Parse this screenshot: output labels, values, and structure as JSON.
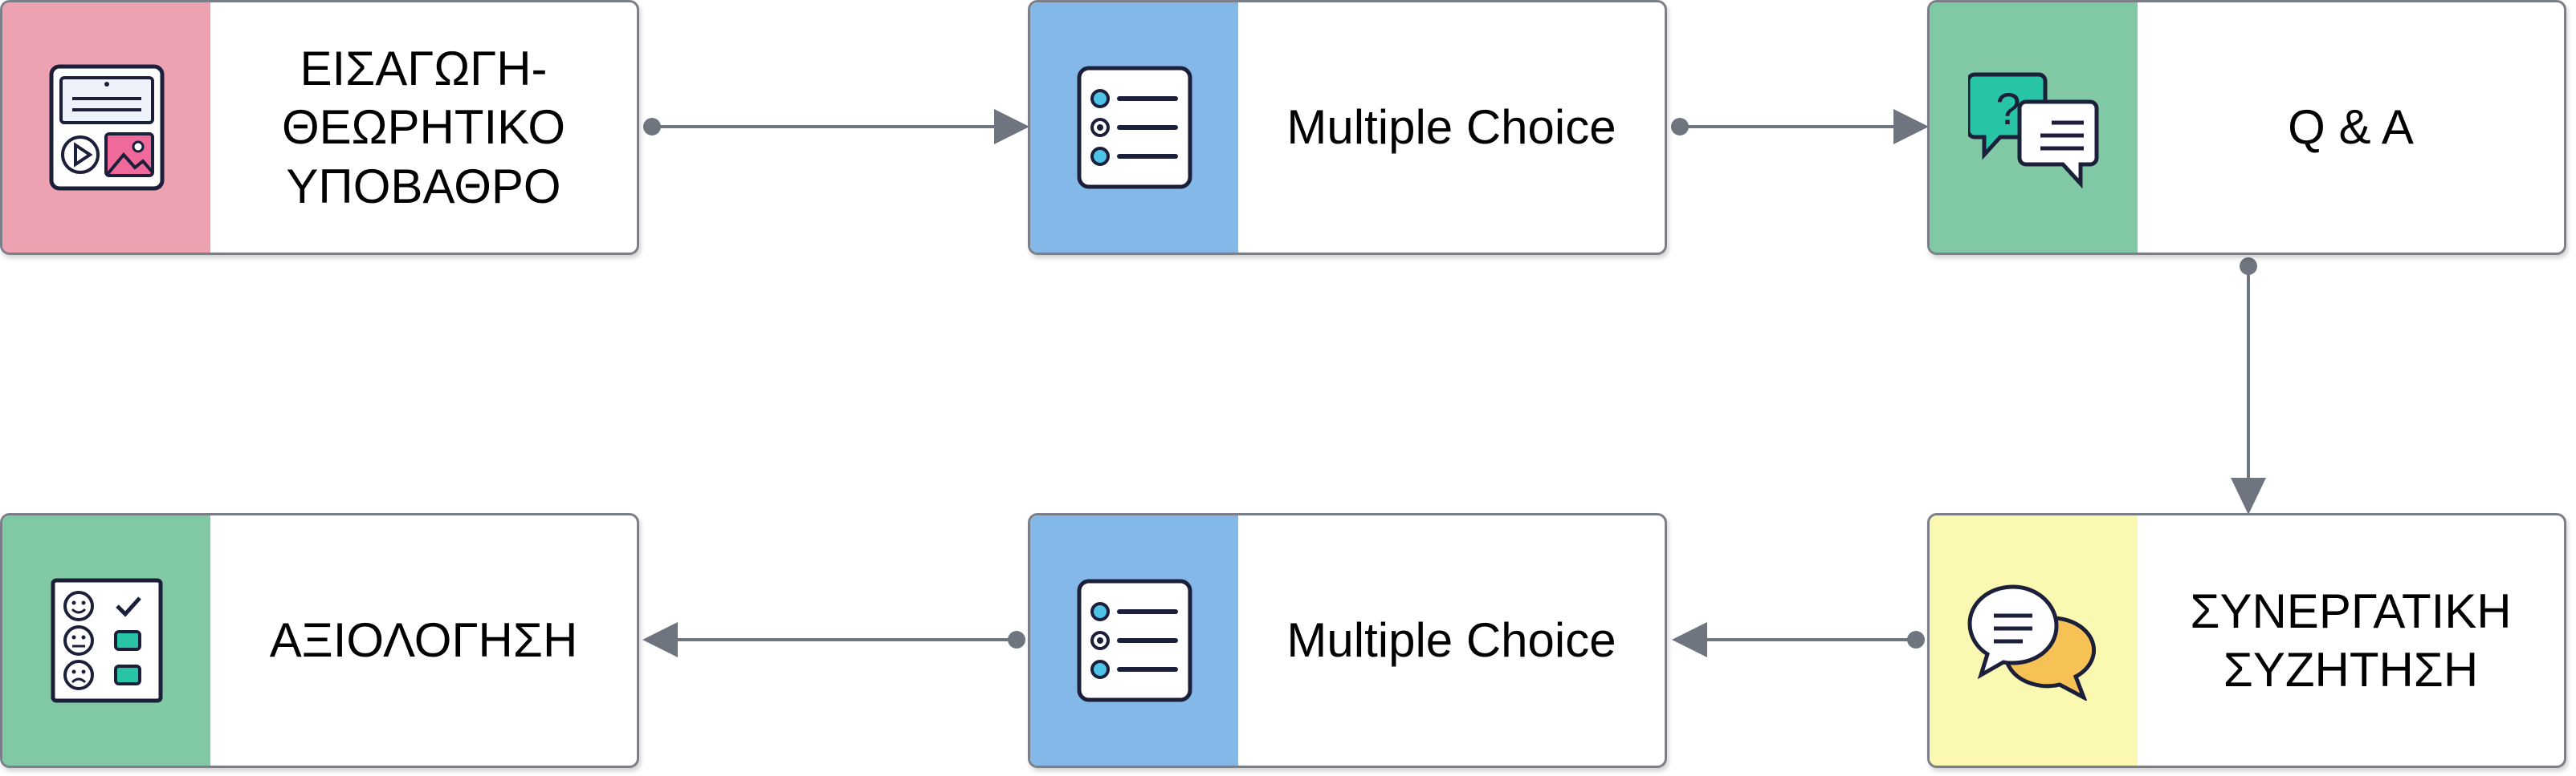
{
  "nodes": [
    {
      "id": "intro",
      "label": "ΕΙΣΑΓΩΓΗ-\nΘΕΩΡΗΤΙΚΟ\nΥΠΟΒΑΘΡΟ",
      "color": "#eea1b1",
      "icon": "media-layout-icon"
    },
    {
      "id": "mc1",
      "label": "Multiple Choice",
      "color": "#84b8e8",
      "icon": "checklist-icon"
    },
    {
      "id": "qa",
      "label": "Q & A",
      "color": "#80c9a4",
      "icon": "question-chat-icon"
    },
    {
      "id": "collab",
      "label": "ΣΥΝΕΡΓΑΤΙΚΗ\nΣΥΖΗΤΗΣΗ",
      "color": "#fbf8b2",
      "icon": "chat-bubbles-icon"
    },
    {
      "id": "mc2",
      "label": "Multiple Choice",
      "color": "#84b8e8",
      "icon": "checklist-icon"
    },
    {
      "id": "eval",
      "label": "ΑΞΙΟΛΟΓΗΣΗ",
      "color": "#80c9a4",
      "icon": "feedback-faces-icon"
    }
  ],
  "edges": [
    {
      "from": "intro",
      "to": "mc1"
    },
    {
      "from": "mc1",
      "to": "qa"
    },
    {
      "from": "qa",
      "to": "collab"
    },
    {
      "from": "collab",
      "to": "mc2"
    },
    {
      "from": "mc2",
      "to": "eval"
    }
  ],
  "colors": {
    "edge": "#6f757e",
    "border": "#7b8088",
    "icon_ink": "#1c1f3a",
    "teal": "#27c4a6",
    "pink": "#ef6a9a",
    "orange": "#f7c255"
  }
}
